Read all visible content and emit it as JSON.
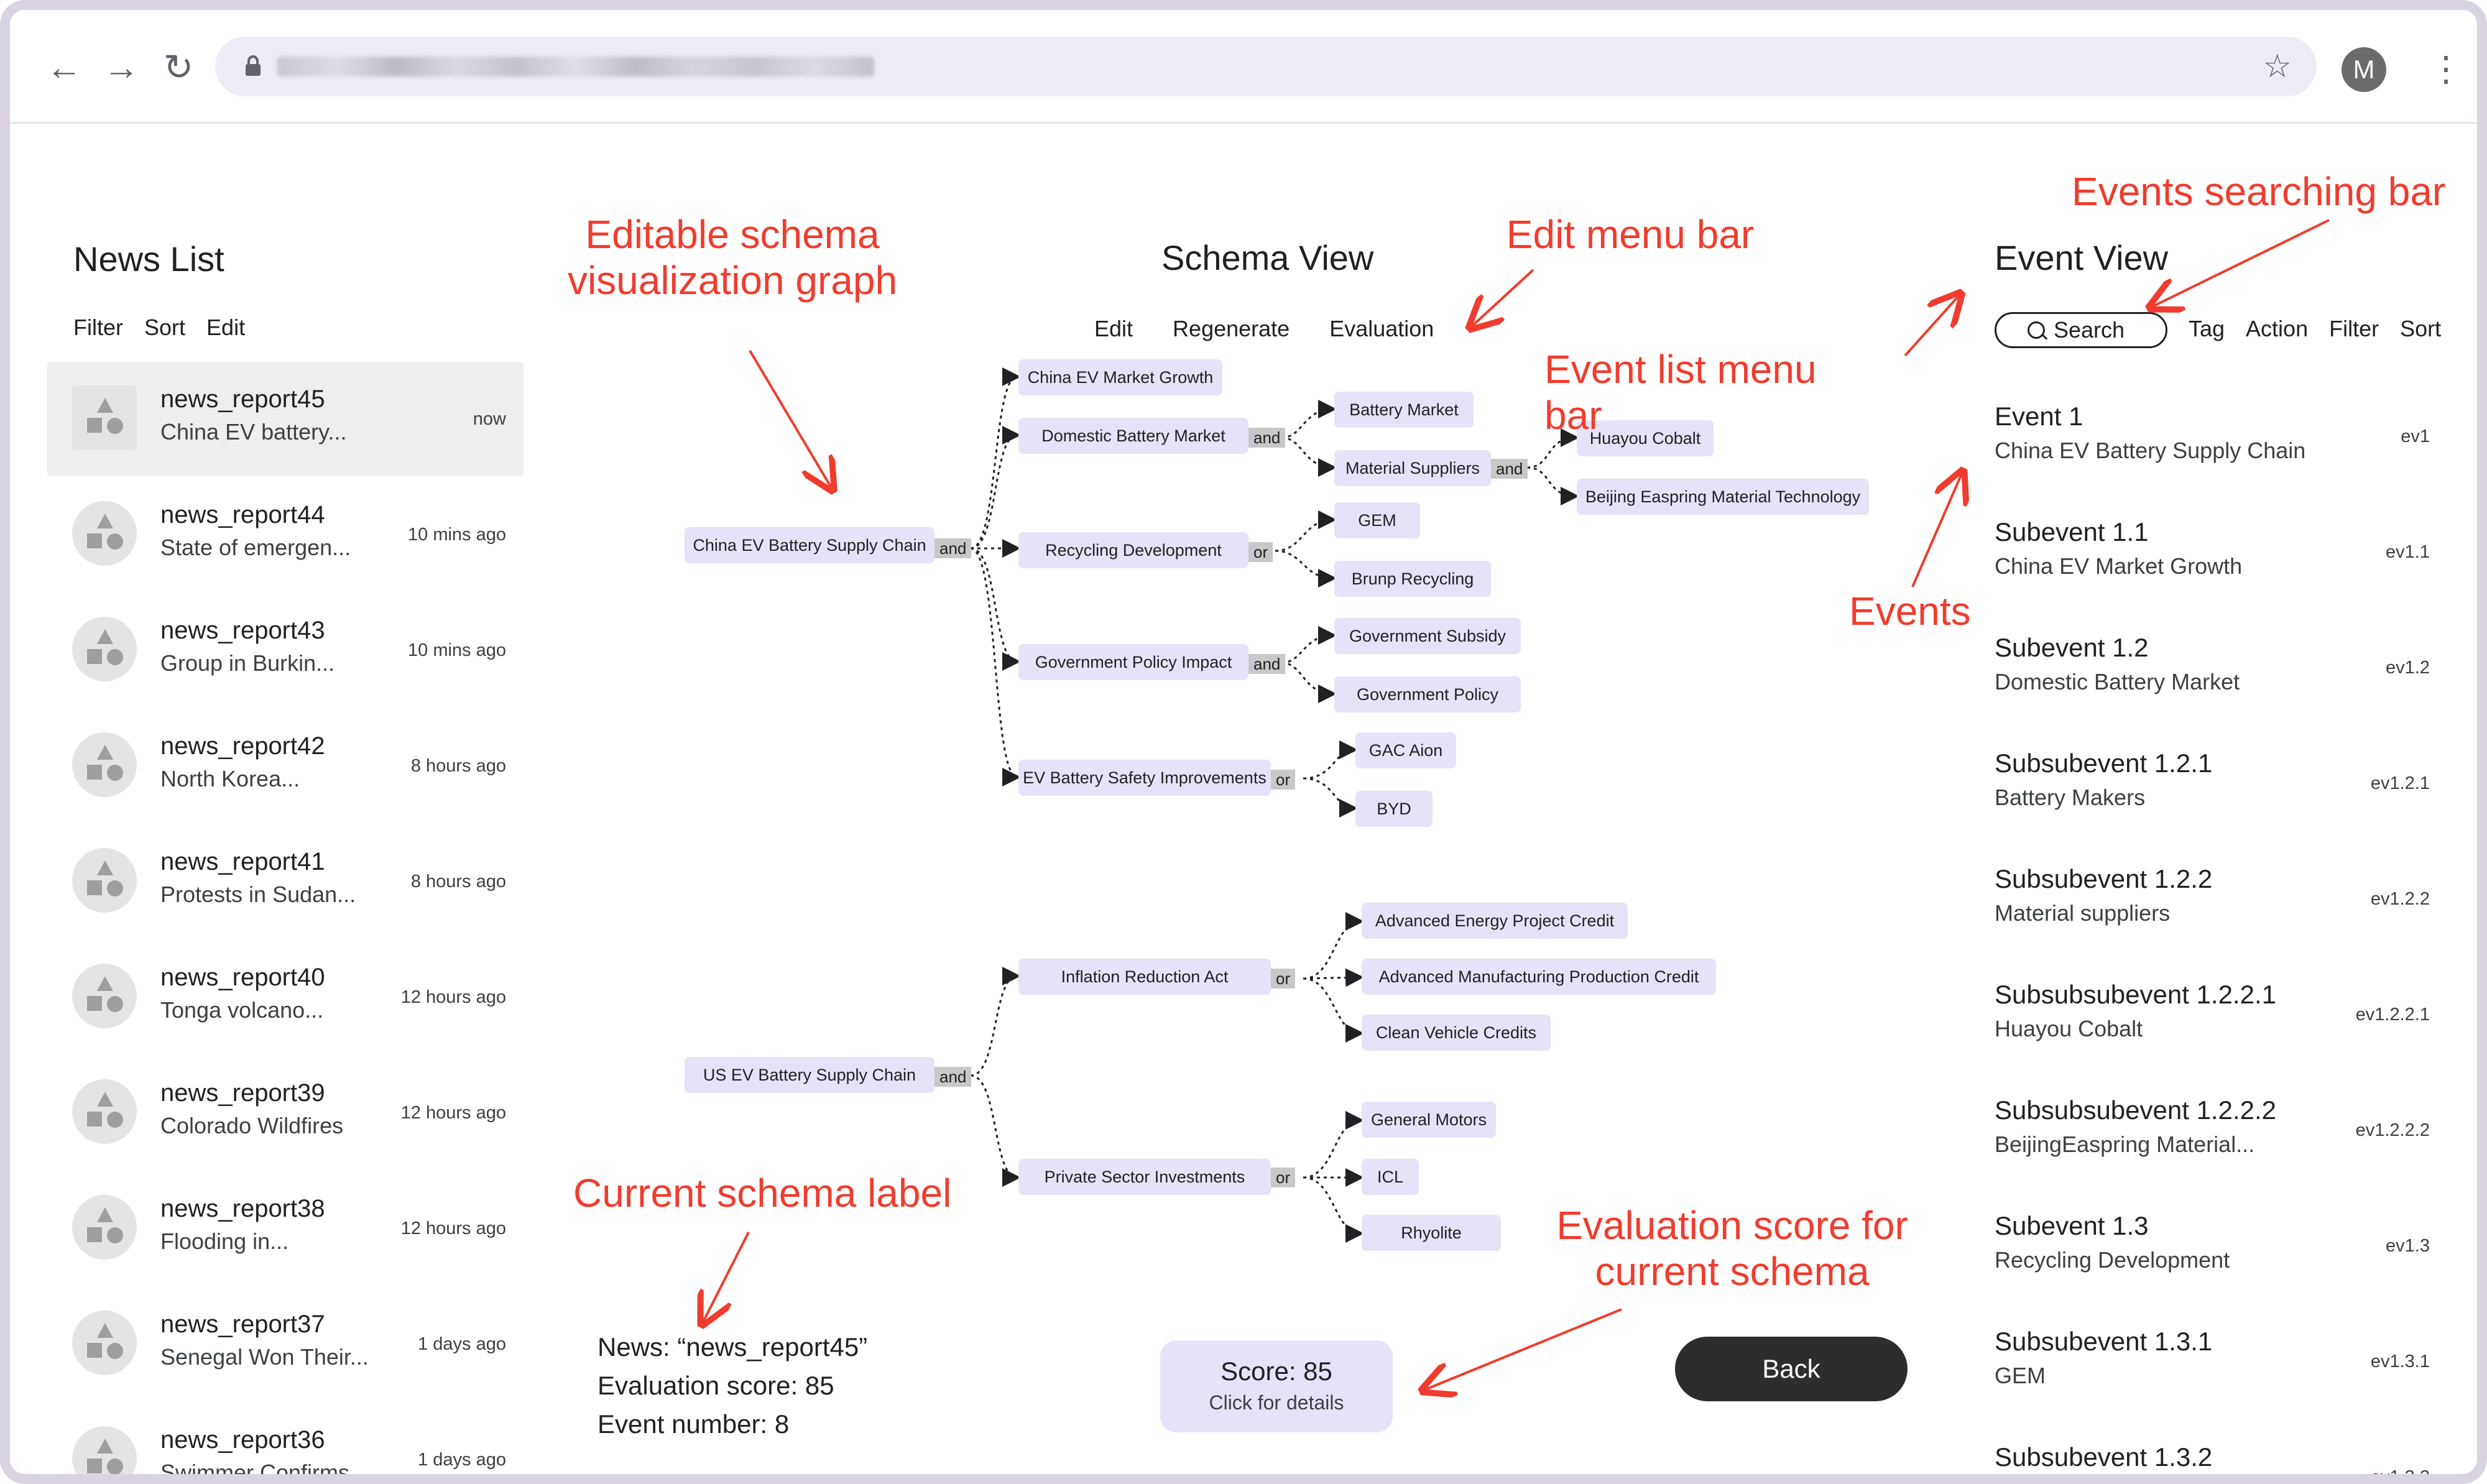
{
  "browser": {
    "back_icon": "arrow-left-icon",
    "forward_icon": "arrow-right-icon",
    "reload_icon": "reload-icon",
    "avatar_letter": "M"
  },
  "news_panel": {
    "title": "News List",
    "menu": [
      "Filter",
      "Sort",
      "Edit"
    ],
    "items": [
      {
        "title": "news_report45",
        "subtitle": "China EV battery...",
        "time": "now"
      },
      {
        "title": "news_report44",
        "subtitle": "State of emergen...",
        "time": "10 mins ago"
      },
      {
        "title": "news_report43",
        "subtitle": "Group in Burkin...",
        "time": "10 mins ago"
      },
      {
        "title": "news_report42",
        "subtitle": "North Korea...",
        "time": "8 hours ago"
      },
      {
        "title": "news_report41",
        "subtitle": "Protests in Sudan...",
        "time": "8 hours ago"
      },
      {
        "title": "news_report40",
        "subtitle": "Tonga volcano...",
        "time": "12 hours ago"
      },
      {
        "title": "news_report39",
        "subtitle": "Colorado Wildfires",
        "time": "12 hours ago"
      },
      {
        "title": "news_report38",
        "subtitle": "Flooding in...",
        "time": "12 hours ago"
      },
      {
        "title": "news_report37",
        "subtitle": "Senegal Won Their...",
        "time": "1 days ago"
      },
      {
        "title": "news_report36",
        "subtitle": "Swimmer Confirms...",
        "time": "1 days ago"
      }
    ]
  },
  "schema_panel": {
    "title": "Schema View",
    "menu": [
      "Edit",
      "Regenerate",
      "Evaluation"
    ],
    "nodes": {
      "china": "China EV Battery Supply Chain",
      "market_growth": "China EV Market Growth",
      "domestic": "Domestic Battery Market",
      "recycling": "Recycling Development",
      "gov_policy_impact": "Government Policy Impact",
      "safety": "EV Battery Safety Improvements",
      "battery_market": "Battery Market",
      "material_suppliers": "Material Suppliers",
      "huayou": "Huayou Cobalt",
      "beijing": "Beijing Easpring Material Technology",
      "gem": "GEM",
      "brunp": "Brunp Recycling",
      "gov_subsidy": "Government Subsidy",
      "gov_policy": "Government Policy",
      "gac": "GAC Aion",
      "byd": "BYD",
      "us": "US EV Battery Supply Chain",
      "ira": "Inflation Reduction Act",
      "private": "Private Sector Investments",
      "aepc": "Advanced Energy Project Credit",
      "ampc": "Advanced Manufacturing Production Credit",
      "cvc": "Clean Vehicle Credits",
      "gm": "General Motors",
      "icl": "ICL",
      "rhyolite": "Rhyolite"
    },
    "ops": {
      "and": "and",
      "or": "or"
    }
  },
  "bottom": {
    "news_line": "News: “news_report45”",
    "score_line": "Evaluation score: 85",
    "event_line": "Event number: 8",
    "score_title": "Score: 85",
    "score_sub": "Click for details",
    "back": "Back"
  },
  "event_panel": {
    "title": "Event View",
    "search": "Search",
    "menu": [
      "Tag",
      "Action",
      "Filter",
      "Sort"
    ],
    "items": [
      {
        "title": "Event 1",
        "subtitle": "China EV Battery Supply Chain",
        "id": "ev1"
      },
      {
        "title": "Subevent 1.1",
        "subtitle": "China EV Market Growth",
        "id": "ev1.1"
      },
      {
        "title": "Subevent 1.2",
        "subtitle": "Domestic Battery Market",
        "id": "ev1.2"
      },
      {
        "title": "Subsubevent 1.2.1",
        "subtitle": "Battery Makers",
        "id": "ev1.2.1"
      },
      {
        "title": "Subsubevent 1.2.2",
        "subtitle": "Material suppliers",
        "id": "ev1.2.2"
      },
      {
        "title": "Subsubsubevent 1.2.2.1",
        "subtitle": "Huayou Cobalt",
        "id": "ev1.2.2.1"
      },
      {
        "title": "Subsubsubevent 1.2.2.2",
        "subtitle": "BeijingEaspring Material...",
        "id": "ev1.2.2.2"
      },
      {
        "title": "Subevent 1.3",
        "subtitle": "Recycling Development",
        "id": "ev1.3"
      },
      {
        "title": "Subsubevent 1.3.1",
        "subtitle": "GEM",
        "id": "ev1.3.1"
      },
      {
        "title": "Subsubevent 1.3.2",
        "subtitle": "",
        "id": "ev1.3.2"
      }
    ]
  },
  "annotations": {
    "schema_graph": "Editable schema visualization graph",
    "edit_menu": "Edit menu bar",
    "event_list_menu": "Event list menu bar",
    "events_search": "Events searching bar",
    "events": "Events",
    "current_label": "Current schema label",
    "eval_score": "Evaluation score for current schema"
  },
  "colors": {
    "annotation": "#f03c2e",
    "node_fill": "#e6e2f7",
    "op_fill": "#c8c8c8",
    "back_button": "#2d2d2d"
  }
}
